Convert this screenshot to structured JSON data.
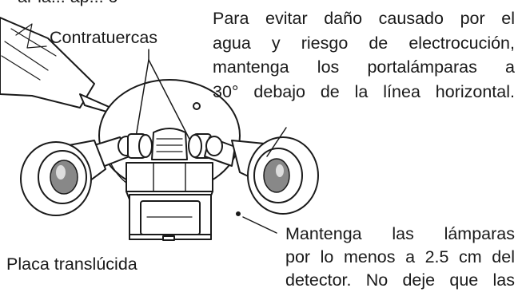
{
  "labels": {
    "top_partial": "ar la...  ap... o",
    "locknuts": "Contratuercas",
    "warning_lines": [
      "Para evitar daño causado por el",
      "agua y riesgo de electrocución,",
      "mantenga los portalámparas a",
      "30° debajo de la línea horizontal."
    ],
    "lamp_distance_lines": [
      "Mantenga las lámparas",
      "por lo menos a 2.5 cm del",
      "detector. No deje que las"
    ],
    "lens_plate": "Placa translúcida"
  },
  "colors": {
    "ink": "#1a1a1a",
    "background": "#ffffff",
    "lamp_interior": "#888888"
  }
}
